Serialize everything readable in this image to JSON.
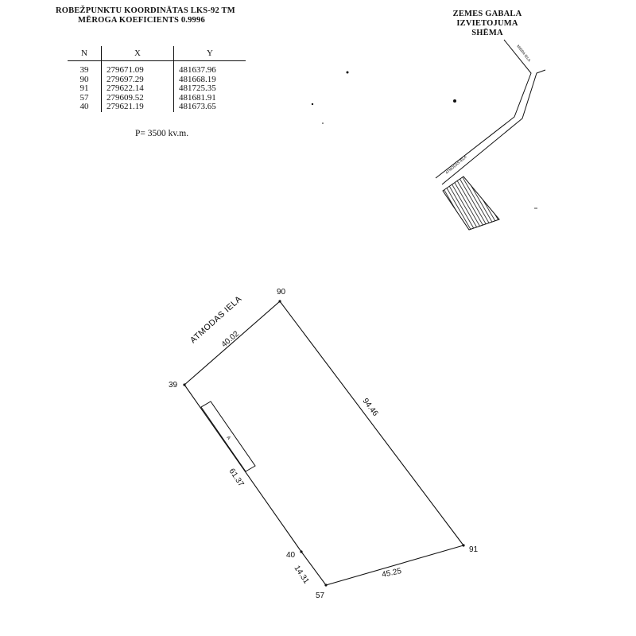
{
  "coord_title_line1": "ROBEŽPUNKTU KOORDINĀTAS LKS-92 TM",
  "coord_title_line2": "MĒROGA KOEFICIENTS 0.9996",
  "scheme_title_line1": "ZEMES GABALA IZVIETOJUMA",
  "scheme_title_line2": "SHĒMA",
  "table": {
    "headers": [
      "N",
      "X",
      "Y"
    ],
    "rows": [
      {
        "n": "39",
        "x": "279671.09",
        "y": "481637.96"
      },
      {
        "n": "90",
        "x": "279697.29",
        "y": "481668.19"
      },
      {
        "n": "91",
        "x": "279622.14",
        "y": "481725.35"
      },
      {
        "n": "57",
        "x": "279609.52",
        "y": "481681.91"
      },
      {
        "n": "40",
        "x": "279621.19",
        "y": "481673.65"
      }
    ]
  },
  "area_label": "P= 3500 kv.m.",
  "schematic": {
    "street_upper": "MIERA IELA",
    "street_lower": "ATMODAS IELA"
  },
  "plan": {
    "street_label": "ATMODAS IELA",
    "points": {
      "p90": "90",
      "p39": "39",
      "p91": "91",
      "p40": "40",
      "p57": "57"
    },
    "lengths": {
      "s39_90": "40.02",
      "s90_91": "94.46",
      "s39_40": "61.37",
      "s40_57": "14.31",
      "s57_91": "45.25"
    },
    "marker": "A"
  },
  "colors": {
    "ink": "#111111",
    "background": "#ffffff"
  }
}
